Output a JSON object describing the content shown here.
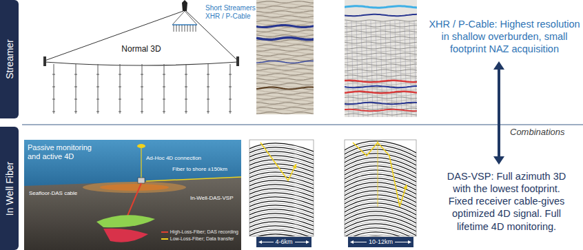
{
  "diagram": {
    "nodes": [
      {
        "text": [
          "Streamer"
        ]
      },
      {
        "text": [
          "XHR / P-Cable: Highest resolution in shallow overburden, small footprint NAZ acquisition"
        ]
      },
      {
        "text": [
          "In Well Fiber"
        ]
      },
      {
        "text": [
          "DAS-VSP: Full azimuth 3D with the lowest footprint. Fixed receiver cable-gives optimized 4D signal. Full lifetime 4D monitoring."
        ]
      }
    ],
    "edges": [
      {
        "from": 1,
        "to": 3,
        "arrow": "both",
        "label": "Combinations"
      }
    ],
    "labels": [
      "Short Streamers XHR / P-Cable",
      "Normal 3D",
      "Passive monitoring and active 4D",
      "Ad-Hoc 4D connection",
      "Fiber to shore ±150km",
      "Seafloor-DAS cable",
      "In-Well-DAS-VSP",
      "4-6km",
      "10-12km"
    ],
    "legend": [
      {
        "text": "High-Loss-Fiber; DAS recording"
      },
      {
        "text": "Low-Loss-Fiber; Data transfer"
      }
    ]
  }
}
